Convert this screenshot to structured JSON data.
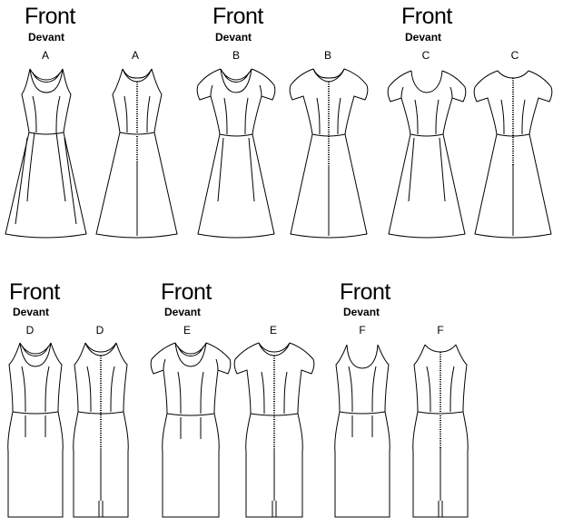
{
  "groups": [
    {
      "title": "Front",
      "subtitle": "Devant",
      "views": [
        {
          "label": "A"
        },
        {
          "label": "A"
        }
      ]
    },
    {
      "title": "Front",
      "subtitle": "Devant",
      "views": [
        {
          "label": "B"
        },
        {
          "label": "B"
        }
      ]
    },
    {
      "title": "Front",
      "subtitle": "Devant",
      "views": [
        {
          "label": "C"
        },
        {
          "label": "C"
        }
      ]
    },
    {
      "title": "Front",
      "subtitle": "Devant",
      "views": [
        {
          "label": "D"
        },
        {
          "label": "D"
        }
      ]
    },
    {
      "title": "Front",
      "subtitle": "Devant",
      "views": [
        {
          "label": "E"
        },
        {
          "label": "E"
        }
      ]
    },
    {
      "title": "Front",
      "subtitle": "Devant",
      "views": [
        {
          "label": "F"
        },
        {
          "label": "F"
        }
      ]
    }
  ]
}
